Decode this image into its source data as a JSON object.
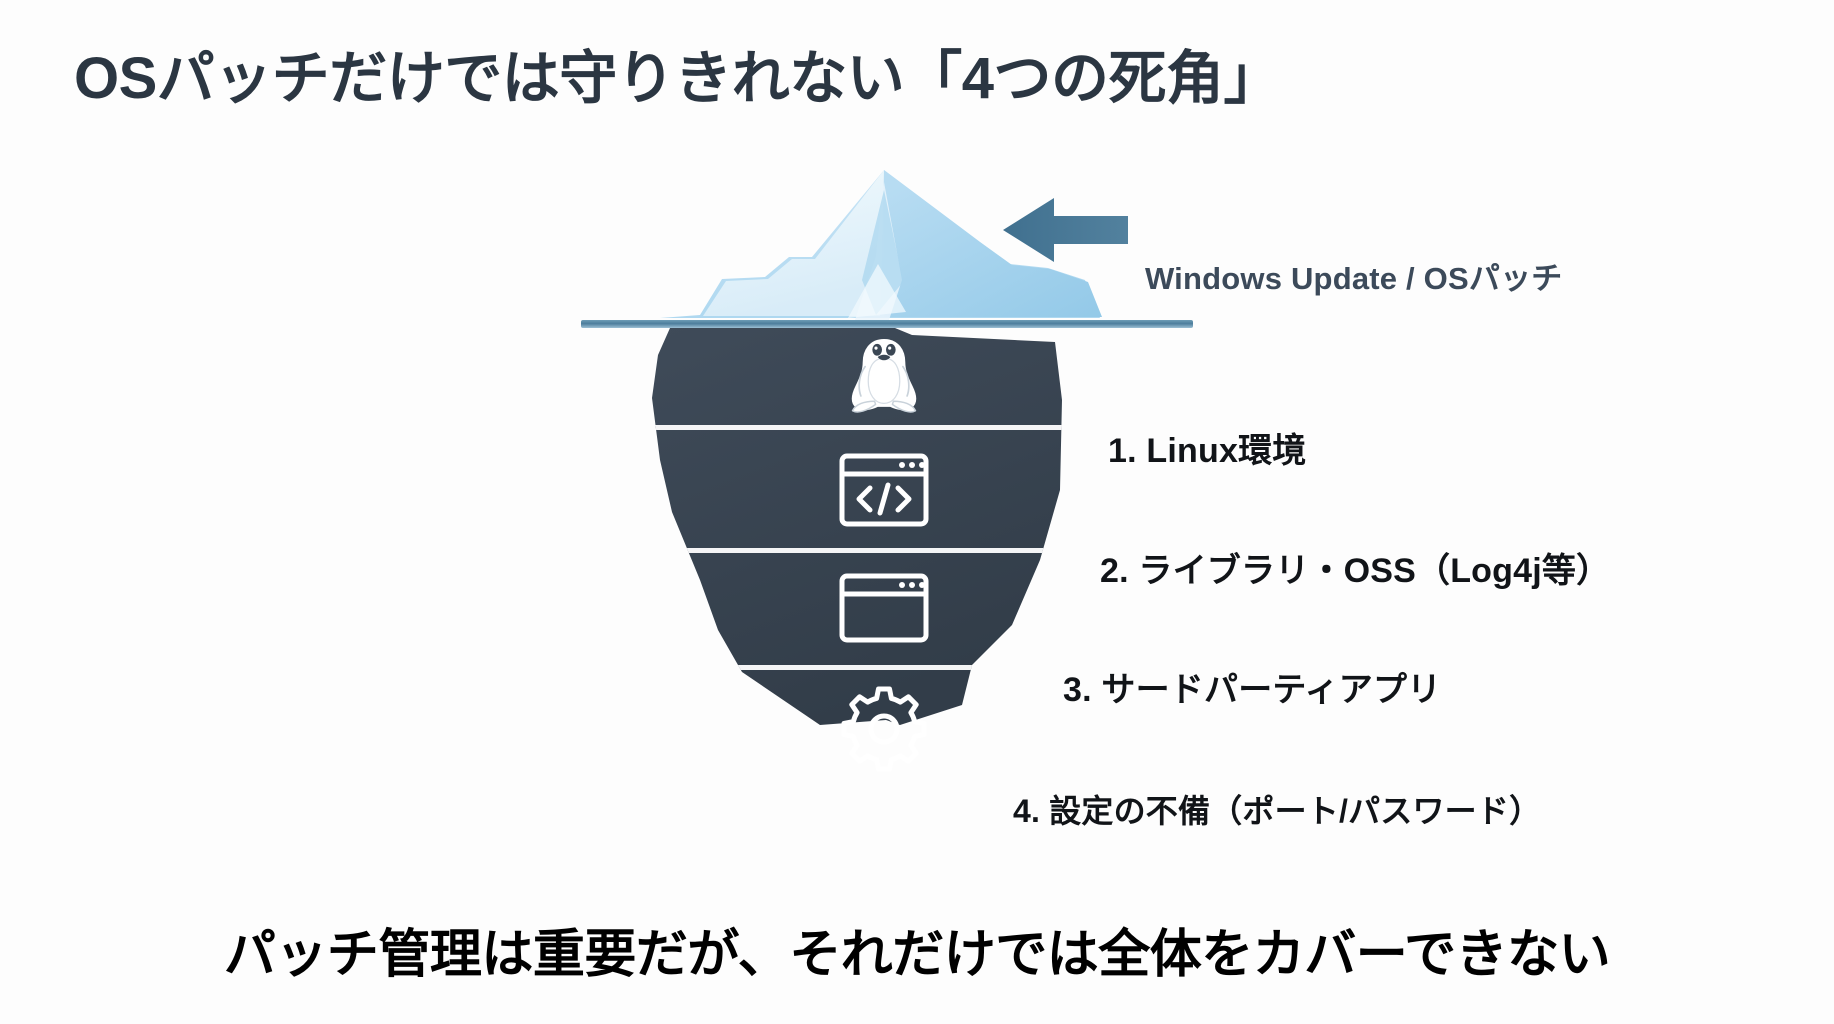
{
  "slide": {
    "title": "OSパッチだけでは守りきれない「4つの死角」",
    "caption": "パッチ管理は重要だが、それだけでは全体をカバーできない",
    "background_color": "#fdfdfd"
  },
  "surface_annotation": {
    "label": "Windows Update / OSパッチ",
    "arrow_icon": "arrow-left-icon",
    "arrow_color": "#4a7794",
    "text_color": "#3c4a5a"
  },
  "waterline": {
    "color": "#4d7e9c"
  },
  "iceberg": {
    "tip_color_light": "#e3f1fa",
    "tip_color_mid": "#c3e2f4",
    "tip_color_dark": "#a9d6ef",
    "body_color": "#3b4754",
    "divider_color": "#ffffff"
  },
  "layers": [
    {
      "number": "1.",
      "label": "1. Linux環境",
      "icon": "linux-penguin-icon"
    },
    {
      "number": "2.",
      "label": "2. ライブラリ・OSS（Log4j等）",
      "icon": "code-window-icon"
    },
    {
      "number": "3.",
      "label": "3. サードパーティアプリ",
      "icon": "app-window-icon"
    },
    {
      "number": "4.",
      "label": "4. 設定の不備（ポート/パスワード）",
      "icon": "gear-icon"
    }
  ]
}
